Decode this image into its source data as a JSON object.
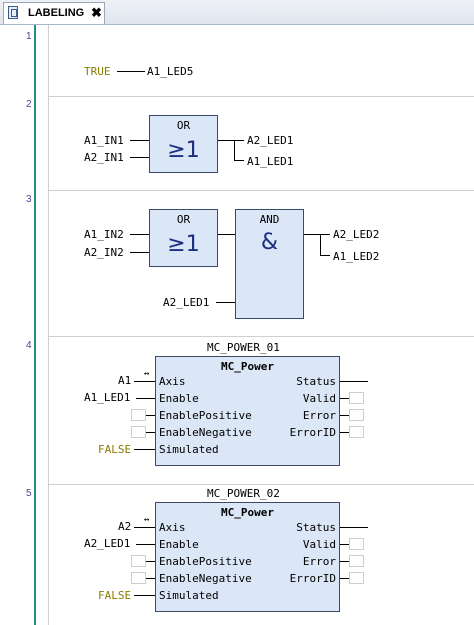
{
  "tab": {
    "label": "LABELING",
    "close": "✖"
  },
  "networks": [
    {
      "number": "1",
      "rung": {
        "contact": "TRUE",
        "coil": "A1_LED5"
      }
    },
    {
      "number": "2",
      "block": {
        "name": "OR",
        "symbol": "≥1"
      },
      "inputs": [
        "A1_IN1",
        "A2_IN1"
      ],
      "outputs": [
        "A2_LED1",
        "A1_LED1"
      ]
    },
    {
      "number": "3",
      "block1": {
        "name": "OR",
        "symbol": "≥1"
      },
      "block2": {
        "name": "AND",
        "symbol": "&"
      },
      "inputs": [
        "A1_IN2",
        "A2_IN2"
      ],
      "and_input": "A2_LED1",
      "outputs": [
        "A2_LED2",
        "A1_LED2"
      ]
    },
    {
      "number": "4",
      "instance": "MC_POWER_01",
      "type": "MC_Power",
      "in_pins": [
        "Axis",
        "Enable",
        "EnablePositive",
        "EnableNegative",
        "Simulated"
      ],
      "out_pins": [
        "Status",
        "Valid",
        "Error",
        "ErrorID"
      ],
      "axis": "A1",
      "enable": "A1_LED1",
      "simulated": "FALSE"
    },
    {
      "number": "5",
      "instance": "MC_POWER_02",
      "type": "MC_Power",
      "in_pins": [
        "Axis",
        "Enable",
        "EnablePositive",
        "EnableNegative",
        "Simulated"
      ],
      "out_pins": [
        "Status",
        "Valid",
        "Error",
        "ErrorID"
      ],
      "axis": "A2",
      "enable": "A2_LED1",
      "simulated": "FALSE"
    }
  ],
  "inout_marker": "↔"
}
